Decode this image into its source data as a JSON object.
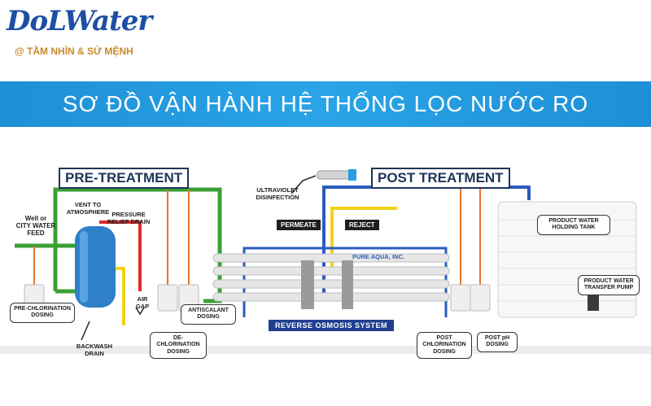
{
  "logo": {
    "brand": "DoLWater",
    "tagline": "@ TẦM NHÌN & SỨ MỆNH"
  },
  "banner": {
    "title": "SƠ ĐỒ VẬN HÀNH HỆ THỐNG LỌC NƯỚC RO"
  },
  "sections": {
    "pre_treatment": "PRE-TREATMENT",
    "post_treatment": "POST TREATMENT"
  },
  "labels": {
    "feed": "Well or\nCITY WATER\nFEED",
    "vent": "VENT TO\nATMOSPHERE",
    "pressure_relief": "PRESSURE\nRELIEF DRAIN",
    "backwash_drain": "BACKWASH\nDRAIN",
    "air_gap": "AIR\nGAP",
    "uv": "ULTRAVIOLET\nDISINFECTION",
    "permeate": "PERMEATE",
    "reject": "REJECT",
    "ro_system": "REVERSE OSMOSIS SYSTEM",
    "tank": "PRODUCT WATER\nHOLDING TANK",
    "transfer_pump": "PRODUCT WATER\nTRANSFER PUMP",
    "pure_aqua": "PURE AQUA, INC."
  },
  "dosing": {
    "pre_chlorination": "PRE-CHLORINATION\nDOSING",
    "de_chlorination": "DE-CHLORINATION\nDOSING",
    "antiscalant": "ANTISCALANT\nDOSING",
    "post_chlorination": "POST CHLORINATION\nDOSING",
    "post_ph": "POST pH\nDOSING"
  },
  "colors": {
    "green_line": "#3aa035",
    "red_line": "#e02a2a",
    "yellow_line": "#f2d21a",
    "blue_line": "#2a5bbf",
    "navy_line": "#1d3e7a",
    "orange_line": "#e8742a",
    "banner": "#2aa4e6",
    "brand": "#1d4fa3"
  }
}
